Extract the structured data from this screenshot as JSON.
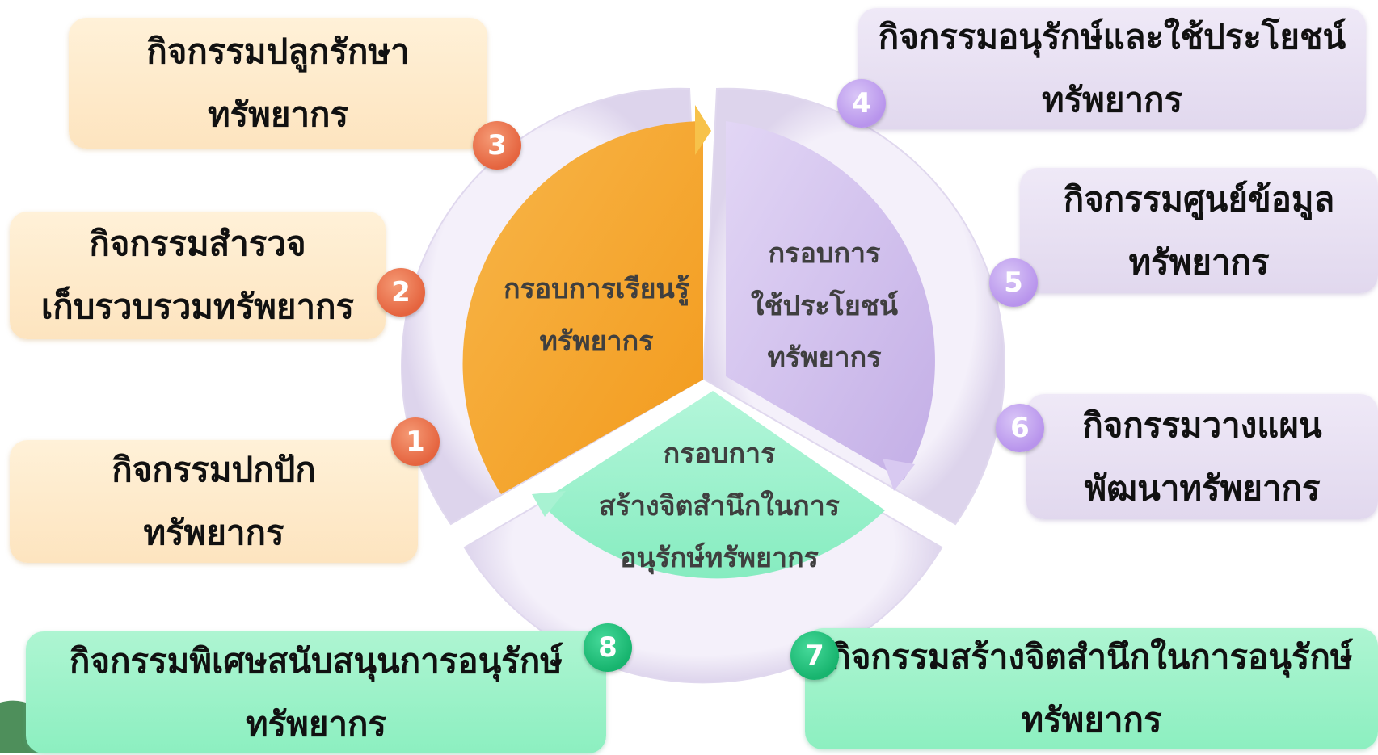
{
  "center": {
    "learning": {
      "line1": "กรอบการเรียนรู้",
      "line2": "ทรัพยากร"
    },
    "usage": {
      "line1": "กรอบการ",
      "line2": "ใช้ประโยชน์",
      "line3": "ทรัพยากร"
    },
    "awareness": {
      "line1": "กรอบการ",
      "line2": "สร้างจิตสำนึกในการ",
      "line3": "อนุรักษ์ทรัพยากร"
    }
  },
  "activities": [
    {
      "number": "1",
      "line1": "กิจกรรมปกปัก",
      "line2": "ทรัพยากร"
    },
    {
      "number": "2",
      "line1": "กิจกรรมสำรวจ",
      "line2": "เก็บรวบรวมทรัพยากร"
    },
    {
      "number": "3",
      "line1": "กิจกรรมปลูกรักษา",
      "line2": "ทรัพยากร"
    },
    {
      "number": "4",
      "line1": "กิจกรรมอนุรักษ์และใช้ประโยชน์",
      "line2": "ทรัพยากร"
    },
    {
      "number": "5",
      "line1": "กิจกรรมศูนย์ข้อมูล",
      "line2": "ทรัพยากร"
    },
    {
      "number": "6",
      "line1": "กิจกรรมวางแผน",
      "line2": "พัฒนาทรัพยากร"
    },
    {
      "number": "7",
      "line1": "กิจกรรมสร้างจิตสำนึกในการอนุรักษ์",
      "line2": "ทรัพยากร"
    },
    {
      "number": "8",
      "line1": "กิจกรรมพิเศษสนับสนุนการอนุรักษ์",
      "line2": "ทรัพยากร"
    }
  ],
  "colors": {
    "learning": "#f5a52a",
    "usage": "#cbb8ea",
    "awareness": "#9cf0cd",
    "ring": "#ece6f6",
    "badge_orange": "#e5643f",
    "badge_purple": "#b894ec",
    "badge_green": "#17b46e"
  }
}
